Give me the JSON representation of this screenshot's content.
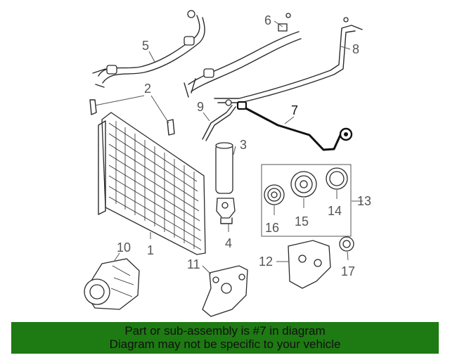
{
  "highlight": {
    "color": "#111111",
    "part": "7"
  },
  "colors": {
    "banner_bg": "#1e7a12",
    "line": "#2a2a2a",
    "label": "#555555"
  },
  "labels": {
    "p1": "1",
    "p2": "2",
    "p3": "3",
    "p4": "4",
    "p5": "5",
    "p6": "6",
    "p7": "7",
    "p8": "8",
    "p9": "9",
    "p10": "10",
    "p11": "11",
    "p12": "12",
    "p13": "13",
    "p14": "14",
    "p15": "15",
    "p16": "16",
    "p17": "17"
  },
  "banner": {
    "line1": "Part or sub-assembly is #7 in diagram",
    "line2": "Diagram may not be specific to your vehicle"
  }
}
